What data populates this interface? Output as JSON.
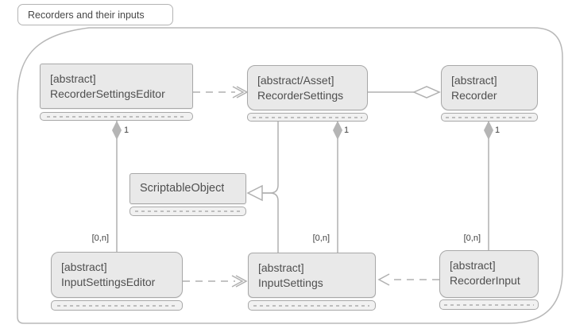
{
  "title": "Recorders and their inputs",
  "nodes": [
    {
      "id": "recorder-settings-editor",
      "stereotype": "[abstract]",
      "name": "RecorderSettingsEditor"
    },
    {
      "id": "recorder-settings",
      "stereotype": "[abstract/Asset]",
      "name": "RecorderSettings"
    },
    {
      "id": "recorder",
      "stereotype": "[abstract]",
      "name": "Recorder"
    },
    {
      "id": "scriptable-object",
      "stereotype": "",
      "name": "ScriptableObject"
    },
    {
      "id": "input-settings-editor",
      "stereotype": "[abstract]",
      "name": "InputSettingsEditor"
    },
    {
      "id": "input-settings",
      "stereotype": "[abstract]",
      "name": "InputSettings"
    },
    {
      "id": "recorder-input",
      "stereotype": "[abstract]",
      "name": "RecorderInput"
    }
  ],
  "multiplicity": {
    "one": "1",
    "many": "[0,n]"
  },
  "relations": [
    {
      "from": "RecorderSettingsEditor",
      "to": "RecorderSettings",
      "type": "dashed-dependency"
    },
    {
      "from": "RecorderSettings",
      "to": "Recorder",
      "type": "aggregation-hollow-diamond"
    },
    {
      "from": "RecorderSettingsEditor",
      "to": "InputSettingsEditor",
      "type": "composition",
      "near": "1",
      "far": "[0,n]"
    },
    {
      "from": "RecorderSettings",
      "to": "InputSettings",
      "type": "composition",
      "near": "1",
      "far": "[0,n]"
    },
    {
      "from": "Recorder",
      "to": "RecorderInput",
      "type": "composition",
      "near": "1",
      "far": "[0,n]"
    },
    {
      "from": "RecorderSettings",
      "to": "ScriptableObject",
      "type": "inheritance"
    },
    {
      "from": "InputSettings",
      "to": "ScriptableObject",
      "type": "inheritance"
    },
    {
      "from": "InputSettingsEditor",
      "to": "InputSettings",
      "type": "dashed-dependency"
    },
    {
      "from": "RecorderInput",
      "to": "InputSettings",
      "type": "dashed-dependency"
    }
  ],
  "colors": {
    "line": "#b0b0b0",
    "box_fill": "#e9e9e9",
    "box_border": "#a8a8a8",
    "filled_diamond": "#b5b5b5",
    "text": "#4f4f4f"
  }
}
